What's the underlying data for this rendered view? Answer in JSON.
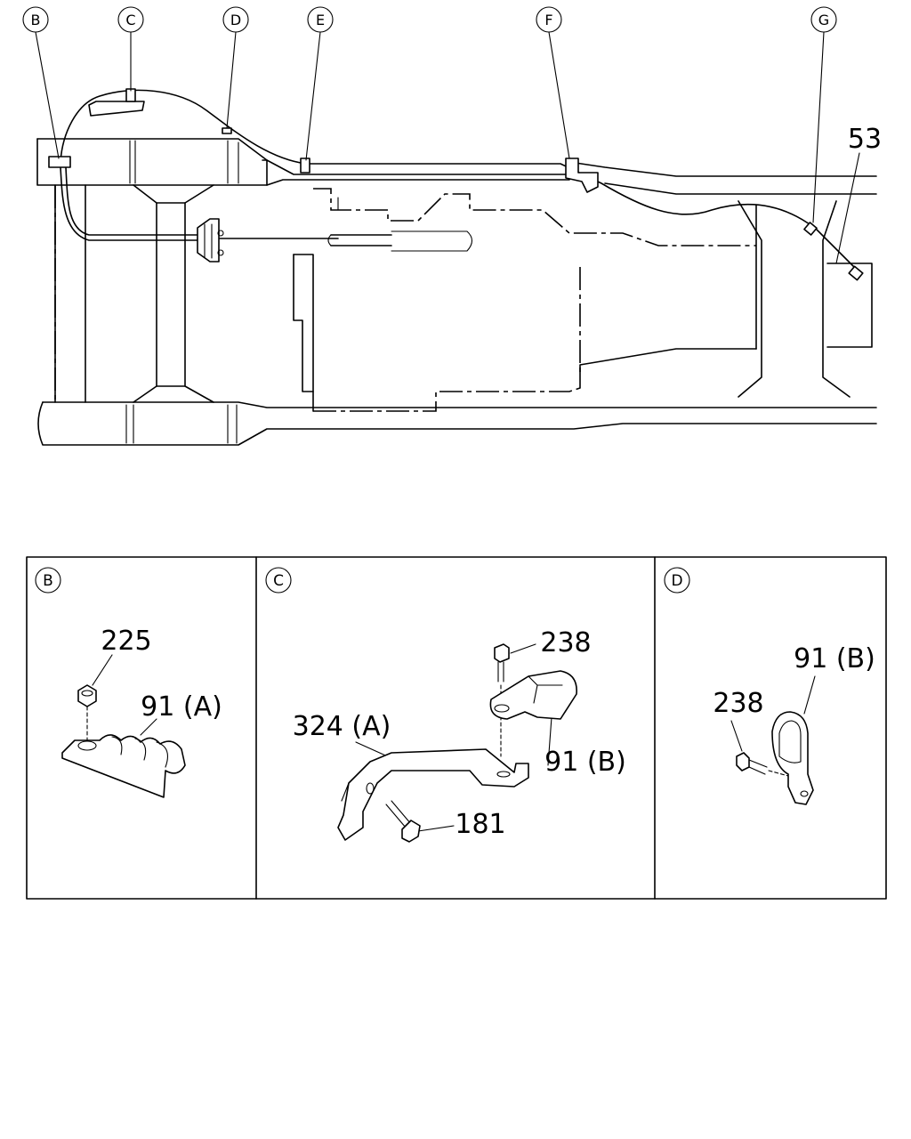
{
  "callouts": [
    "B",
    "C",
    "D",
    "E",
    "F",
    "G"
  ],
  "main_part_label": "53",
  "sections": [
    {
      "id": "B",
      "labels": [
        "225",
        "91 (A)"
      ]
    },
    {
      "id": "C",
      "labels": [
        "238",
        "324 (A)",
        "91 (B)",
        "181"
      ]
    },
    {
      "id": "D",
      "labels": [
        "91 (B)",
        "238"
      ]
    }
  ]
}
